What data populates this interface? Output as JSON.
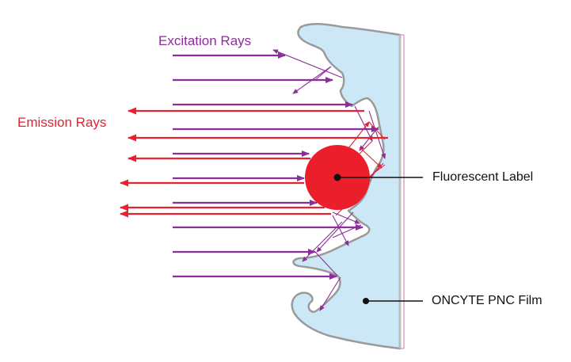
{
  "labels": {
    "excitation": "Excitation Rays",
    "emission": "Emission Rays",
    "fluorescent_label": "Fluorescent Label",
    "film": "ONCYTE PNC Film"
  },
  "colors": {
    "excitation": "#8b2d9b",
    "emission": "#e8212e",
    "film_fill": "#cce8f6",
    "film_outline": "#9a9a9a",
    "substrate_edge": "#d78bbf",
    "label_fill": "#ea1f2b",
    "callout": "#111111"
  },
  "icons": {
    "excitation_arrow": "arrow-right",
    "emission_arrow": "arrow-left",
    "fluorescent_label": "filled-circle"
  }
}
